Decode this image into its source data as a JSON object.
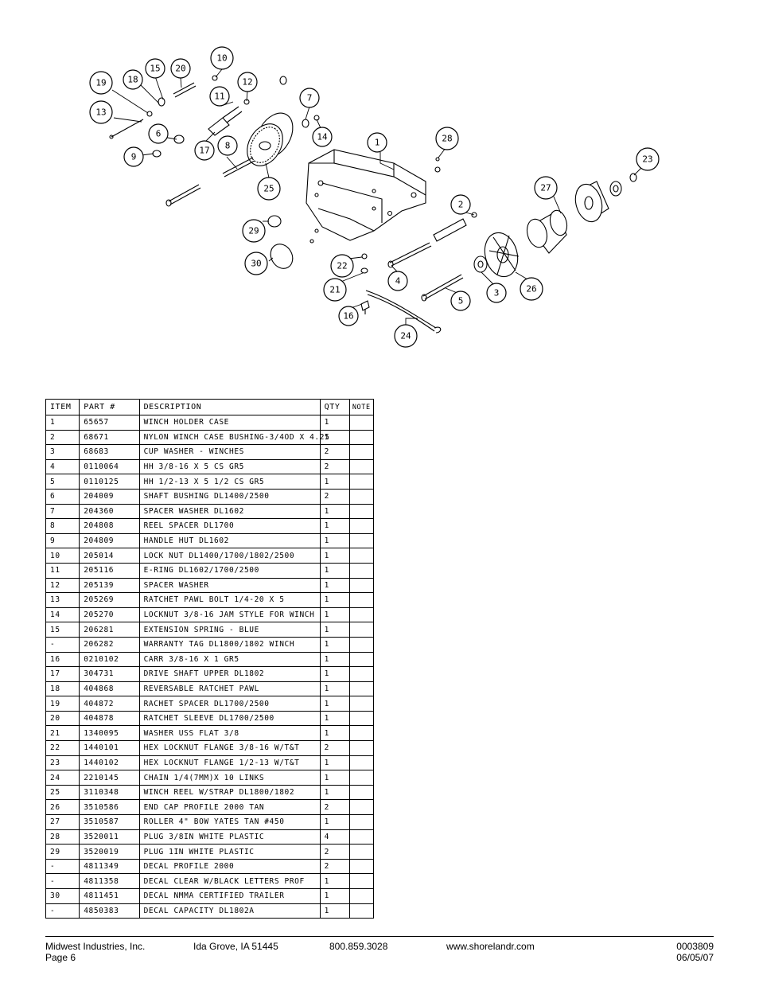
{
  "callouts": [
    "1",
    "2",
    "3",
    "4",
    "5",
    "6",
    "7",
    "8",
    "9",
    "10",
    "11",
    "12",
    "13",
    "14",
    "15",
    "16",
    "17",
    "18",
    "19",
    "20",
    "21",
    "22",
    "23",
    "24",
    "25",
    "26",
    "27",
    "28",
    "29",
    "30"
  ],
  "parts_table": {
    "headers": [
      "ITEM",
      "PART #",
      "DESCRIPTION",
      "QTY",
      "NOTE"
    ],
    "rows": [
      [
        "1",
        "65657",
        "WINCH HOLDER CASE",
        "1",
        ""
      ],
      [
        "2",
        "68671",
        "NYLON WINCH CASE BUSHING-3/4OD X 4.25",
        "1",
        ""
      ],
      [
        "3",
        "68683",
        "CUP WASHER - WINCHES",
        "2",
        ""
      ],
      [
        "4",
        "0110064",
        "HH 3/8-16 X 5 CS GR5",
        "2",
        ""
      ],
      [
        "5",
        "0110125",
        "HH 1/2-13 X 5 1/2 CS GR5",
        "1",
        ""
      ],
      [
        "6",
        "204009",
        "SHAFT BUSHING  DL1400/2500",
        "2",
        ""
      ],
      [
        "7",
        "204360",
        "SPACER WASHER  DL1602",
        "1",
        ""
      ],
      [
        "8",
        "204808",
        "REEL SPACER  DL1700",
        "1",
        ""
      ],
      [
        "9",
        "204809",
        "HANDLE HUT  DL1602",
        "1",
        ""
      ],
      [
        "10",
        "205014",
        "LOCK NUT  DL1400/1700/1802/2500",
        "1",
        ""
      ],
      [
        "11",
        "205116",
        "E-RING DL1602/1700/2500",
        "1",
        ""
      ],
      [
        "12",
        "205139",
        "SPACER WASHER",
        "1",
        ""
      ],
      [
        "13",
        "205269",
        "RATCHET PAWL BOLT 1/4-20 X 5",
        "1",
        ""
      ],
      [
        "14",
        "205270",
        "LOCKNUT 3/8-16 JAM STYLE FOR WINCH",
        "1",
        ""
      ],
      [
        "15",
        "206281",
        "EXTENSION SPRING - BLUE",
        "1",
        ""
      ],
      [
        "-",
        "206282",
        "WARRANTY TAG DL1800/1802 WINCH",
        "1",
        ""
      ],
      [
        "16",
        "0210102",
        "CARR 3/8-16 X 1 GR5",
        "1",
        ""
      ],
      [
        "17",
        "304731",
        "DRIVE SHAFT UPPER  DL1802",
        "1",
        ""
      ],
      [
        "18",
        "404868",
        "REVERSABLE RATCHET PAWL",
        "1",
        ""
      ],
      [
        "19",
        "404872",
        "RACHET SPACER  DL1700/2500",
        "1",
        ""
      ],
      [
        "20",
        "404878",
        "RATCHET SLEEVE  DL1700/2500",
        "1",
        ""
      ],
      [
        "21",
        "1340095",
        "WASHER USS FLAT 3/8",
        "1",
        ""
      ],
      [
        "22",
        "1440101",
        "HEX LOCKNUT FLANGE 3/8-16 W/T&T",
        "2",
        ""
      ],
      [
        "23",
        "1440102",
        "HEX LOCKNUT FLANGE 1/2-13 W/T&T",
        "1",
        ""
      ],
      [
        "24",
        "2210145",
        "CHAIN 1/4(7MM)X 10 LINKS",
        "1",
        ""
      ],
      [
        "25",
        "3110348",
        "WINCH REEL W/STRAP  DL1800/1802",
        "1",
        ""
      ],
      [
        "26",
        "3510586",
        "END CAP PROFILE 2000 TAN",
        "2",
        ""
      ],
      [
        "27",
        "3510587",
        "ROLLER 4\" BOW YATES TAN #450",
        "1",
        ""
      ],
      [
        "28",
        "3520011",
        "PLUG  3/8IN WHITE PLASTIC",
        "4",
        ""
      ],
      [
        "29",
        "3520019",
        "PLUG  1IN WHITE PLASTIC",
        "2",
        ""
      ],
      [
        "-",
        "4811349",
        "DECAL PROFILE 2000",
        "2",
        ""
      ],
      [
        "-",
        "4811358",
        "DECAL CLEAR W/BLACK LETTERS PROF",
        "1",
        ""
      ],
      [
        "30",
        "4811451",
        " DECAL NMMA CERTIFIED TRAILER",
        "1",
        ""
      ],
      [
        "-",
        "4850383",
        "DECAL CAPACITY DL1802A",
        "1",
        ""
      ]
    ]
  },
  "footer": {
    "company": "Midwest Industries, Inc.",
    "page": "Page 6",
    "location": "Ida Grove, IA 51445",
    "phone": "800.859.3028",
    "website": "www.shorelandr.com",
    "doc_number": "0003809",
    "date": "06/05/07"
  }
}
